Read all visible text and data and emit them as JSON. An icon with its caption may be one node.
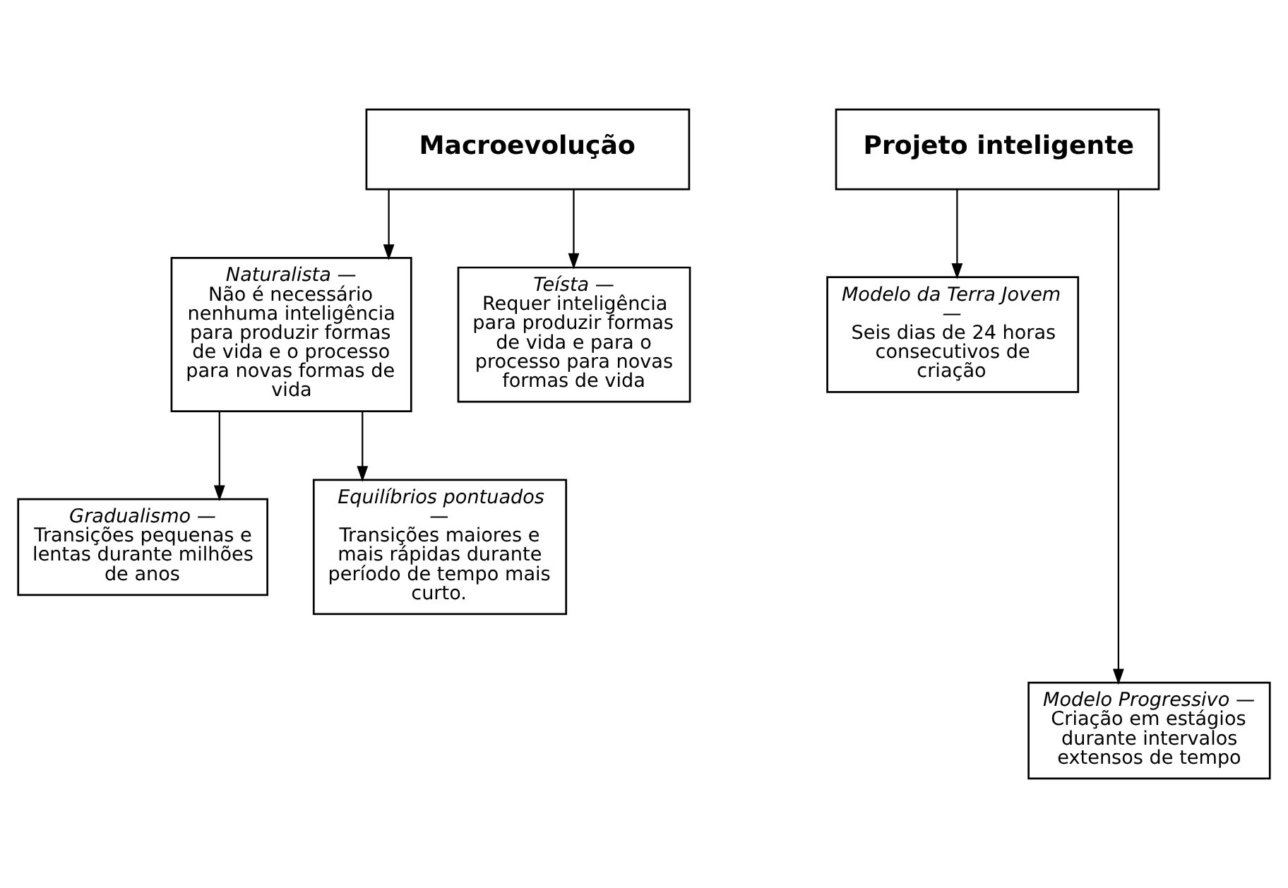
{
  "diagram": {
    "nodes": [
      {
        "text": [
          "Macroevolução"
        ]
      },
      {
        "text": [
          "Projeto inteligente"
        ]
      },
      {
        "text": [
          "Naturalista —",
          "Não é necessário nenhuma inteligência para produzir formas de vida e o processo para novas formas de vida"
        ]
      },
      {
        "text": [
          "Teísta —",
          "Requer inteligência para produzir formas de vida e para o processo para novas formas de vida"
        ]
      },
      {
        "text": [
          "Gradualismo —",
          "Transições pequenas e lentas durante milhões de anos"
        ]
      },
      {
        "text": [
          "Equilíbrios pontuados —",
          "Transições maiores e mais rápidas durante período de tempo mais curto."
        ]
      },
      {
        "text": [
          "Modelo da Terra Jovem —",
          "Seis dias de 24 horas consecutivos de criação"
        ]
      },
      {
        "text": [
          "Modelo Progressivo —",
          "Criação em estágios durante intervalos extensos de tempo"
        ]
      }
    ],
    "edges": [
      {
        "from": 0,
        "to": 2,
        "arrow": "to"
      },
      {
        "from": 0,
        "to": 3,
        "arrow": "to"
      },
      {
        "from": 2,
        "to": 4,
        "arrow": "to"
      },
      {
        "from": 2,
        "to": 5,
        "arrow": "to"
      },
      {
        "from": 1,
        "to": 6,
        "arrow": "to"
      },
      {
        "from": 1,
        "to": 7,
        "arrow": "to"
      }
    ]
  }
}
